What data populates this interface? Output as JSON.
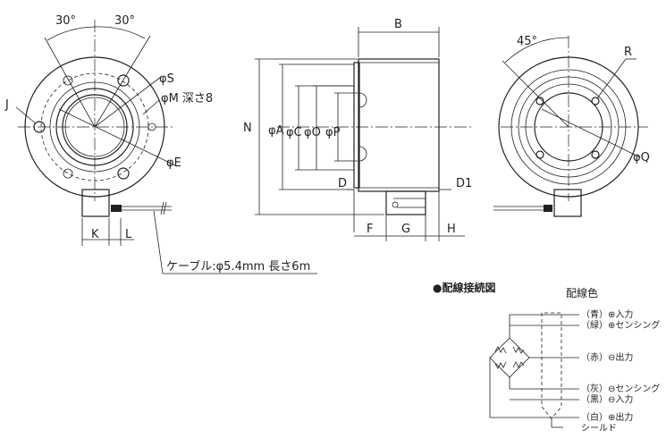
{
  "front_view": {
    "angle_top_left": "30°",
    "angle_top_right": "30°",
    "label_S": "φS",
    "label_M": "φM 深さ8",
    "label_J": "J",
    "label_E": "φE",
    "label_K": "K",
    "label_L": "L",
    "cable_note": "ケーブル:φ5.4mm 長さ6m"
  },
  "side_view": {
    "label_B": "B",
    "label_N": "N",
    "label_A": "φA",
    "label_C": "φC",
    "label_O": "φO",
    "label_P": "φP",
    "label_D": "D",
    "label_D1": "D1",
    "label_F": "F",
    "label_G": "G",
    "label_H": "H"
  },
  "back_view": {
    "angle": "45°",
    "label_R": "R",
    "label_Q": "φQ"
  },
  "wiring": {
    "title": "●配線接続図",
    "color_header": "配線色",
    "wires": [
      "（青）⊕入力",
      "（緑）⊕センシング",
      "（赤）⊖出力",
      "（灰）⊖センシング",
      "（黒）⊖入力",
      "（白）⊕出力",
      "シールド"
    ]
  }
}
